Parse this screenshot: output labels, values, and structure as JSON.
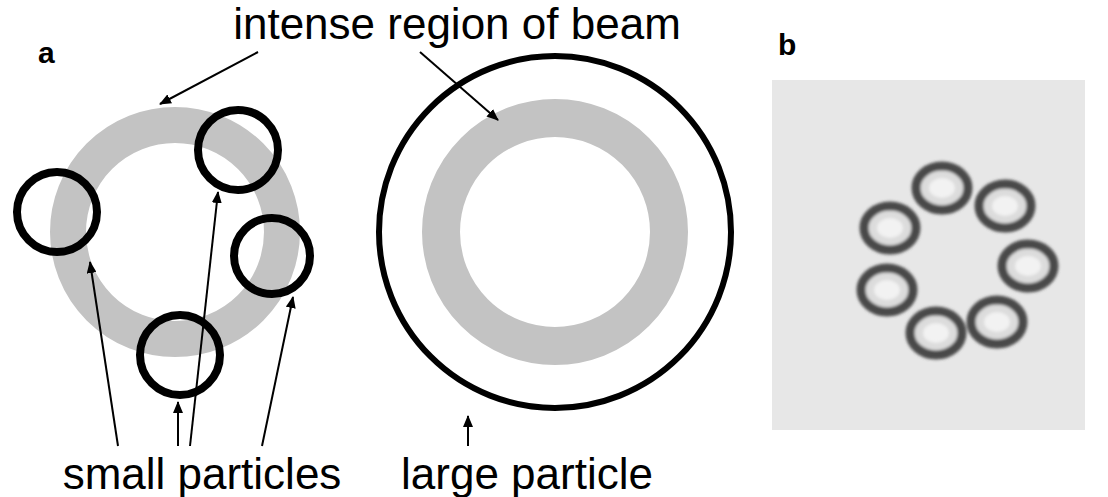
{
  "diagram": {
    "labels": [
      "intense region of beam",
      "a",
      "b",
      "small particles",
      "large particle"
    ]
  }
}
